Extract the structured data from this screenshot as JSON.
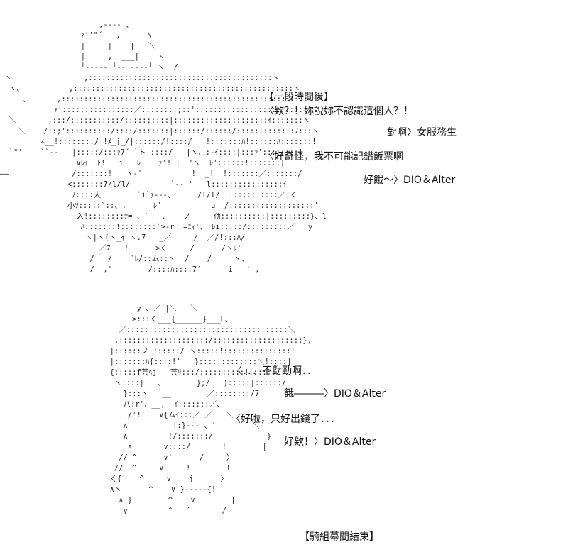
{
  "panel_top": {
    "art": [
      "                      ,---- 、",
      "                  ｧ''\"´   ,      \\ ",
      "                  |     |____|_  ＼",
      "                  |     ,  ___|    ヽ",
      "                  └----- ┴-- ----┘ ヽ  /",
      " ヽ                ,:::::::::::::::::::::::::::::::::::::::::ヽ",
      "  ヽ、          ,:::::::::::::::::::::::::::::::::::::::::::::::::ヽ",
      "     、      ,:::::::::::::::::::::::::::::::::::::::::::::::::::::::::ヽ",
      "            ｧ'::::::::::::::::／::::::::;::'::::::::::::::::::::::::ヽ",
      "  ＼       ,:::/:::::::::::/:::::;::::|:::::::::::::::::::::ｲ:::::::ヽ",
      "    ＼    /::;'::::::::::/::::/:::::::|::::::/::::::/:::::|:::::::ﾉ:::ヽ",
      "         ∠__!::::::::/ !ﾒ_j_/|::::::/!::::/   !:::::::ﾊ!::::::ﾊ:::::::!",
      "  `\"'    ``‐-   |:::::/:::ｧ7´ `ト|::::/   |ヽ、:-ｲ::::|:::ｧ'::::::::|",
      "                 ∨ﾚｲ  ﾄ!   i   ﾚ    ｧ'!_|  ﾊヽ  ﾚ'::::::!:::::::|",
      "――              /:::::::!   ゝ-'           !  _!  !:::::::／:::::::/",
      "               <:::::::7/l/l/         `-- '   l::::::::::::::::ｲ",
      "                ﾉ::::人        `i`ｧ---、     /l/l/l |::::::::::／:く",
      "               小ｿ:::::`::、.      ﾚ'           u  /:::::::::::::::::::'",
      "                 入!::::::::ﾅ= 、`   、   ノ     ｲｶ::::::::::|:::::::::}、l",
      "                  ﾊ:::::::!::::::::`>-r  =ﾆｨ'、_ﾚi:::::/:::::::::／   y",
      "                   ヽ|ヽ(ヽ_ｲ ヽ.7   _／     /  ／/!:::ﾊ/",
      "                      ／7   !      >く     /      /ヽﾚ'",
      "                    /   /    `ﾚ/::ム::ヽ  /    /     ヽ、",
      "                    /  ,'        /::::ﾊ::::7´      i   ' ,"
    ],
    "lines": [
      "【一段時間後】",
      "〈欸？！妳說妳不認識這個人？！",
      "對啊〉女服務生",
      "〈好奇怪，我不可能記錯飯票啊",
      "好餓～〉DIO＆Alter"
    ]
  },
  "panel_bottom": {
    "art": [
      "              y 、／ |＼   ＼",
      "             >:::く___{______}___L、",
      "          ／::::::::::::::::::::::::::::::::::::＼",
      "         ,::::::::::::::::::::/::::::::::::::::::::},",
      "        |::::::ノ_!:::::/_ヽ:::::!:::::::::::::::!",
      "        |:::::::ﾊ{::::!'   }::::!::::::::＼!::::|",
      "        {:::::f芸ﾍj   芸ﾘ:::/::::::::::!::::::/",
      "         ヽ::::|   、       };/   ):::::|::::::/",
      "           }:::ヽ   __        ／::::::::/7",
      "           八:r'、__,  ｲ:::::::／、",
      "            /'!    ∨{ムｲ:::／ ／   ＼",
      "           ∧          |:}--- 、'        ＼",
      "           ∧         !/:::::::/            }",
      "            ∧       ∨::::/       !        |",
      "          // ^      ∨'      /     〉",
      "         //  ^     ∨     !        l",
      "        く{    ^     ∨    j      〉",
      "        ∧ヽ      ^    ∨ }-----{!",
      "          ∧ }        ^    ∨________|",
      "           y         ^   ´       /"
    ],
    "lines": [
      "〈．．．不對勁啊．．",
      "餓―――〉DIO＆Alter",
      "〈好啦，只好出錢了．．．",
      "好欸！〉DIO＆Alter",
      "【騎組幕間結束】"
    ]
  }
}
